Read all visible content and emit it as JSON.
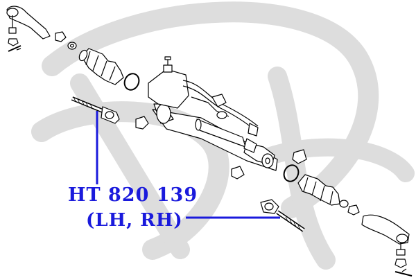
{
  "callout": {
    "part_number": "HT 820 139",
    "side": "(LH, RH)",
    "color": "#1a1adc"
  },
  "watermark": {
    "color": "#dcdcdc",
    "icon": "brand-watermark-logo"
  },
  "drawing": {
    "stroke_color": "#000000",
    "icon": "steering-rack-exploded-view"
  }
}
